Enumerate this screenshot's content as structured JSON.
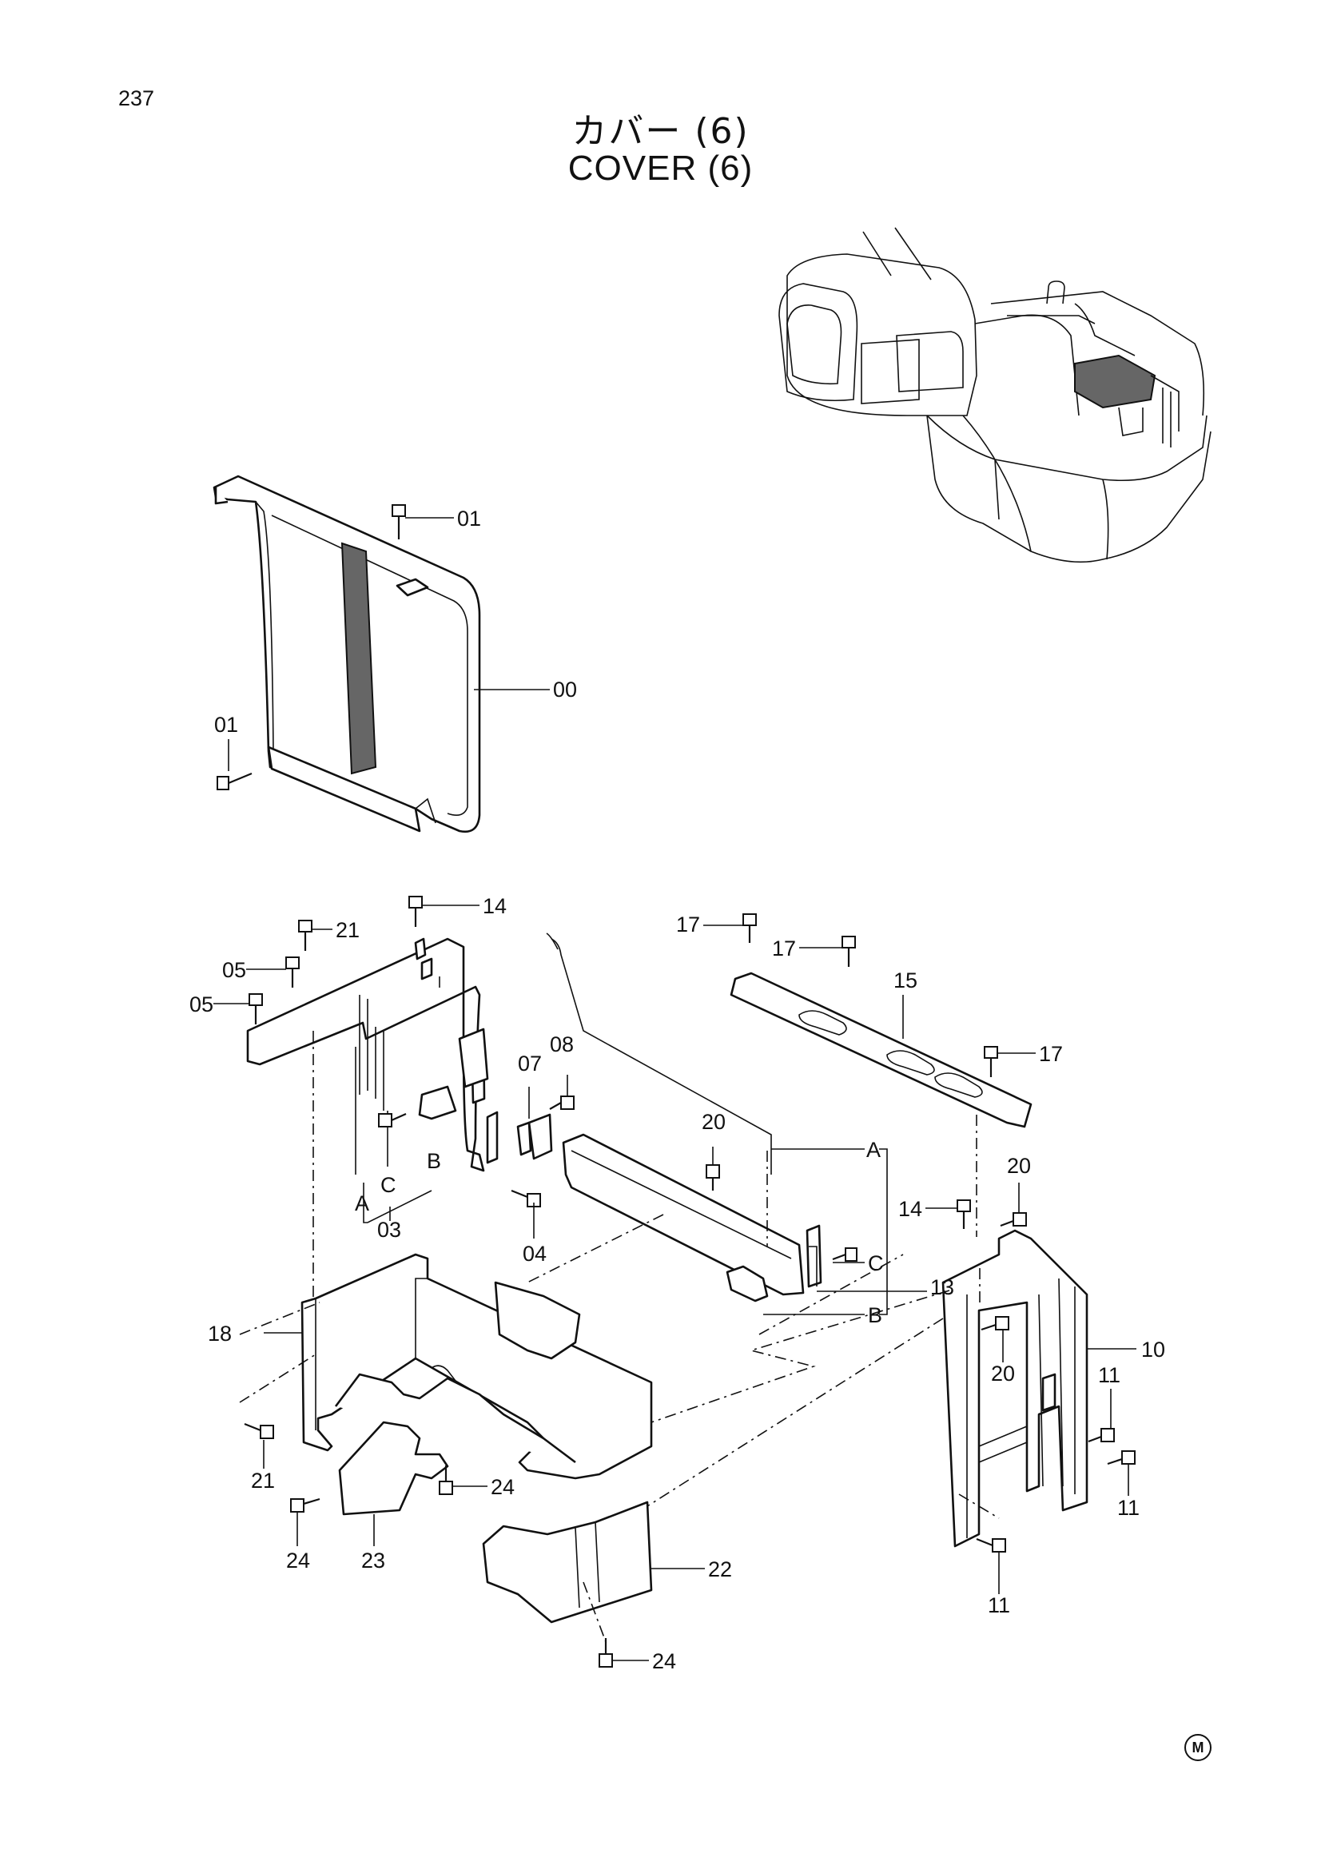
{
  "page_number": "237",
  "title_jp": "カバー (6)",
  "title_en": "COVER (6)",
  "mark": "M",
  "callouts": {
    "c00": "00",
    "c01a": "01",
    "c01b": "01",
    "c03": "03",
    "c04": "04",
    "c05a": "05",
    "c05b": "05",
    "c07": "07",
    "c08": "08",
    "c10": "10",
    "c11a": "11",
    "c11b": "11",
    "c11c": "11",
    "c13": "13",
    "c14a": "14",
    "c14b": "14",
    "c15": "15",
    "c17a": "17",
    "c17b": "17",
    "c17c": "17",
    "c18": "18",
    "c20a": "20",
    "c20b": "20",
    "c20c": "20",
    "c21a": "21",
    "c21b": "21",
    "c22": "22",
    "c23": "23",
    "c24a": "24",
    "c24b": "24",
    "c24c": "24",
    "refA1": "A",
    "refB1": "B",
    "refC1": "C",
    "refA2": "A",
    "refB2": "B",
    "refC2": "C"
  }
}
